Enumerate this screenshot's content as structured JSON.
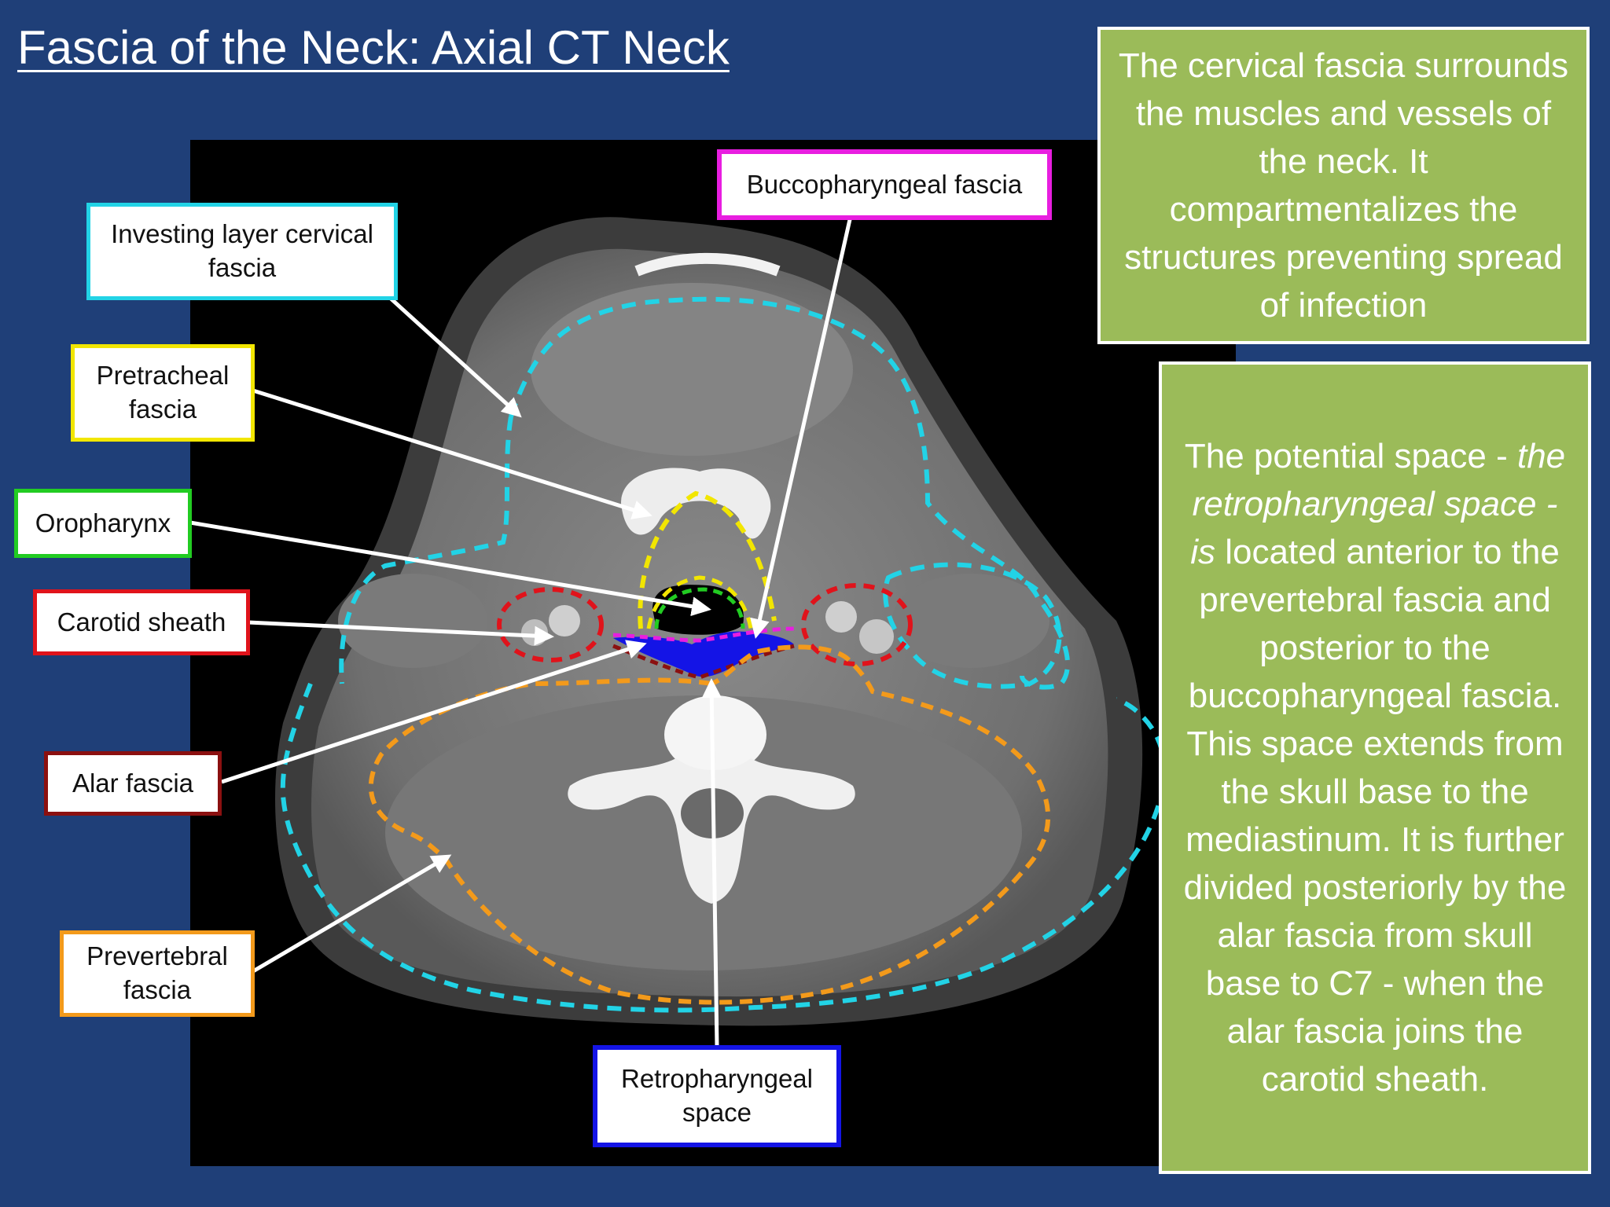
{
  "title": "Fascia of the Neck: Axial CT Neck",
  "labels": {
    "investing": "Investing layer cervical fascia",
    "pretracheal": "Pretracheal fascia",
    "oropharynx": "Oropharynx",
    "carotid": "Carotid sheath",
    "alar": "Alar fascia",
    "prevertebral": "Prevertebral fascia",
    "buccopharyngeal": "Buccopharyngeal fascia",
    "retropharyngeal": "Retropharyngeal space"
  },
  "info1": "The cervical fascia surrounds the muscles and vessels of the neck. It compartmentalizes the structures preventing spread of infection",
  "info2": {
    "part1": "The  potential space - ",
    "italic": "the retropharyngeal space - is",
    "part2": " located anterior to the prevertebral fascia and posterior to the buccopharyngeal fascia. This space extends from the skull base to the mediastinum. It is further divided posteriorly by the alar fascia from skull base to C7 - when the alar fascia joins the carotid sheath."
  },
  "colors": {
    "background": "#1f3f78",
    "panel": "#9bbb59",
    "investing": "#22d3e6",
    "pretracheal": "#f2e600",
    "oropharynx": "#22cc22",
    "carotid": "#e0131b",
    "alar": "#8b1010",
    "prevertebral": "#f39a1b",
    "buccopharyngeal": "#e81ee0",
    "retropharyngeal": "#1414e6"
  }
}
